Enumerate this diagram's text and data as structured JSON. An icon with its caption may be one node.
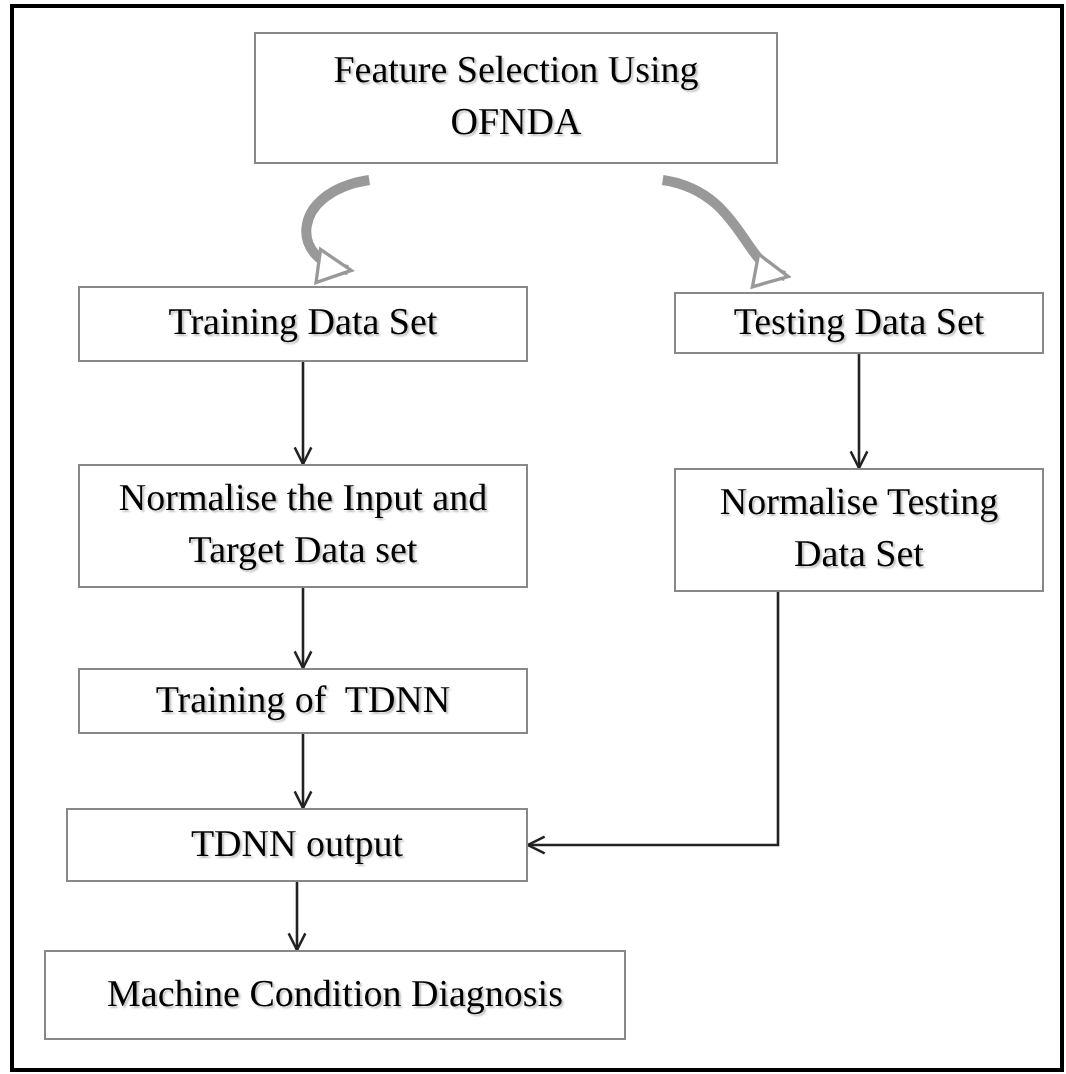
{
  "diagram": {
    "nodes": [
      {
        "text": [
          "Feature Selection Using OFNDA"
        ]
      },
      {
        "text": [
          "Training Data Set"
        ]
      },
      {
        "text": [
          "Testing Data Set"
        ]
      },
      {
        "text": [
          "Normalise the Input and Target Data set"
        ]
      },
      {
        "text": [
          "Normalise Testing Data Set"
        ]
      },
      {
        "text": [
          "Training of  TDNN"
        ]
      },
      {
        "text": [
          "TDNN output"
        ]
      },
      {
        "text": [
          "Machine Condition Diagnosis"
        ]
      }
    ],
    "edges": [
      {
        "from": 0,
        "to": 1,
        "arrow": "to",
        "style": "thick",
        "color": "#999999"
      },
      {
        "from": 0,
        "to": 2,
        "arrow": "to",
        "style": "thick",
        "color": "#999999"
      },
      {
        "from": 1,
        "to": 3,
        "arrow": "to"
      },
      {
        "from": 2,
        "to": 4,
        "arrow": "to"
      },
      {
        "from": 3,
        "to": 5,
        "arrow": "to"
      },
      {
        "from": 5,
        "to": 6,
        "arrow": "to"
      },
      {
        "from": 4,
        "to": 6,
        "arrow": "to"
      },
      {
        "from": 6,
        "to": 7,
        "arrow": "to"
      }
    ]
  }
}
